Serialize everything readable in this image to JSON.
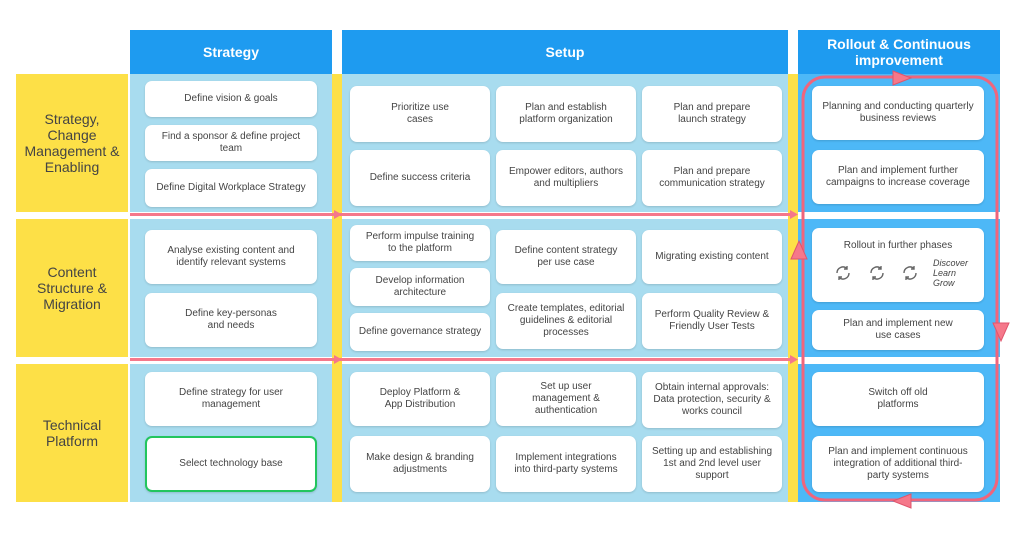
{
  "columns": {
    "strategy": "Strategy",
    "setup": "Setup",
    "rollout": "Rollout & Continuous improvement"
  },
  "rows": {
    "strategy_change": "Strategy, Change Management & Enabling",
    "content": "Content Structure & Migration",
    "technical": "Technical Platform"
  },
  "cards": {
    "r1": {
      "s1": "Define vision & goals",
      "s2": "Find a sponsor & define project team",
      "s3": "Define Digital Workplace Strategy",
      "u1": "Prioritize use cases",
      "u2": "Plan and establish platform organization",
      "u3": "Plan and prepare launch strategy",
      "u4": "Define success criteria",
      "u5": "Empower editors, authors and multipliers",
      "u6": "Plan and prepare communication strategy",
      "o1": "Planning and conducting quarterly business reviews",
      "o2": "Plan and implement further campaigns to increase coverage"
    },
    "r2": {
      "s1": "Analyse existing content and identify relevant systems",
      "s2": "Define key-personas and needs",
      "u1": "Perform impulse training to the platform",
      "u2": "Develop information architecture",
      "u3": "Define governance strategy",
      "u4": "Define content strategy per use case",
      "u5": "Create templates, editorial guidelines & editorial processes",
      "u6": "Migrating existing content",
      "u7": "Perform Quality Review & Friendly User Tests",
      "o1": "Rollout in further phases",
      "o1_cycle": [
        "Discover",
        "Learn",
        "Grow"
      ],
      "o2": "Plan and implement new use cases"
    },
    "r3": {
      "s1": "Define strategy for user management",
      "s2": "Select technology base",
      "u1": "Deploy Platform & App Distribution",
      "u2": "Set up user management & authentication",
      "u3": "Obtain internal approvals: Data protection, security & works council",
      "u4": "Make design & branding adjustments",
      "u5": "Implement integrations into third-party systems",
      "u6": "Setting up and establishing 1st and 2nd level user support",
      "o1": "Switch off old platforms",
      "o2": "Plan and implement continuous integration of additional third-party systems"
    }
  },
  "colors": {
    "header_blue": "#1e9bf0",
    "row_yellow": "#fde047",
    "band_light_blue": "#a8dcef",
    "rollout_blue": "#4db8f7",
    "arrow_pink": "#f5788a",
    "select_green": "#22c55e"
  },
  "icons": [
    "refresh-cycle-icon",
    "refresh-cycle-icon",
    "refresh-cycle-icon"
  ]
}
